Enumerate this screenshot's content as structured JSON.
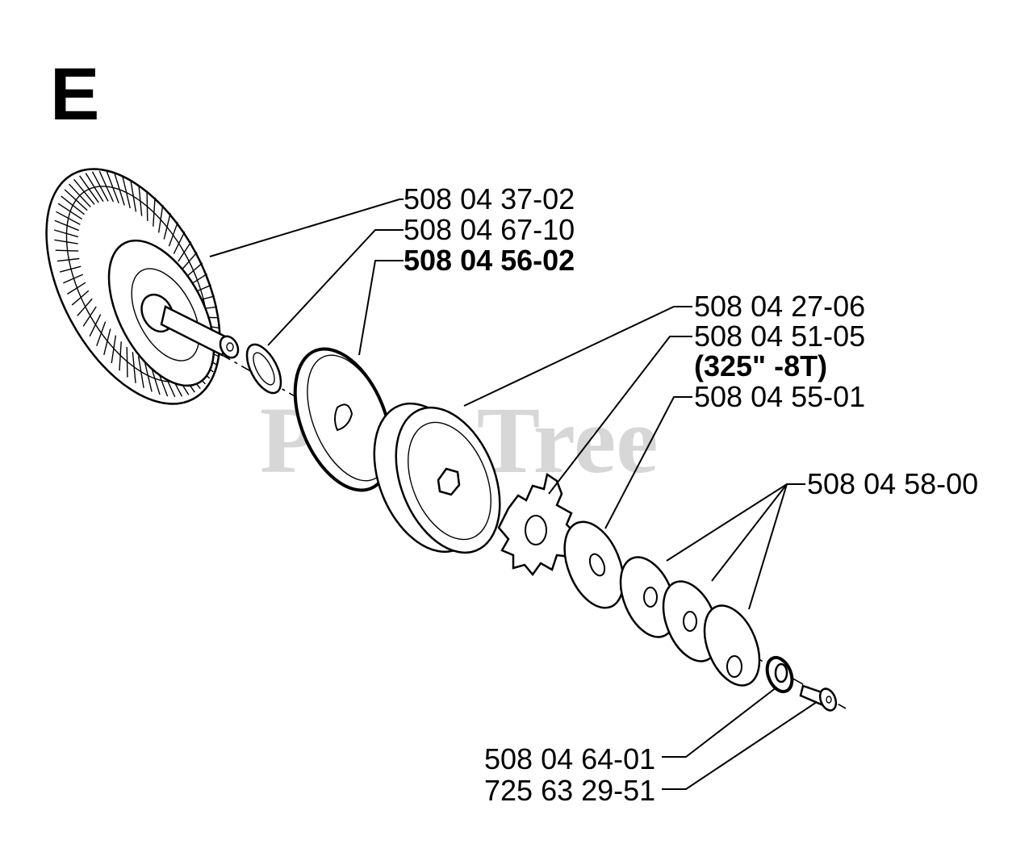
{
  "section_letter": "E",
  "watermark": "PartsTree",
  "parts": [
    {
      "id": "bevel-gear",
      "number": "508 04 37-02",
      "bold": false
    },
    {
      "id": "washer-ring",
      "number": "508 04 67-10",
      "bold": false
    },
    {
      "id": "cover-plate",
      "number": "508 04 56-02",
      "bold": true
    },
    {
      "id": "drum",
      "number": "508 04 27-06",
      "bold": false
    },
    {
      "id": "sprocket",
      "number": "508 04 51-05",
      "bold": false
    },
    {
      "id": "sprocket-spec",
      "number": "(325\" -8T)",
      "bold": true
    },
    {
      "id": "thrust-washer",
      "number": "508 04 55-01",
      "bold": false
    },
    {
      "id": "washers",
      "number": "508 04 58-00",
      "bold": false
    },
    {
      "id": "bearing",
      "number": "508 04 64-01",
      "bold": false
    },
    {
      "id": "screw",
      "number": "725 63 29-51",
      "bold": false
    }
  ]
}
